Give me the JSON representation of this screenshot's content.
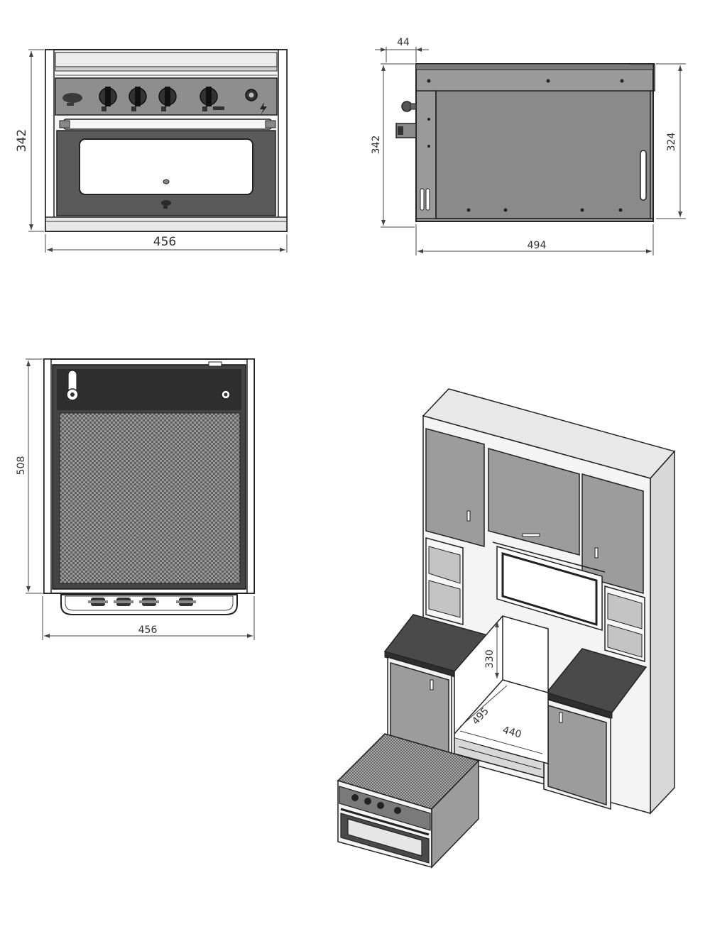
{
  "drawing": {
    "front_view": {
      "width_label": "456",
      "height_label": "342"
    },
    "side_view": {
      "depth_label": "494",
      "overall_height_label": "342",
      "body_height_label": "324",
      "knob_depth_label": "44"
    },
    "top_view": {
      "width_label": "456",
      "depth_label": "508"
    },
    "cabinet_view": {
      "cutout_height_label": "330",
      "cutout_depth_label": "495",
      "cutout_width_label": "440"
    }
  },
  "colors": {
    "line": "#222222",
    "panel_dark": "#3a3a3a",
    "panel_mid": "#8c8c8c",
    "panel_light": "#c6c6c6",
    "worktop": "#4a4a4a"
  }
}
